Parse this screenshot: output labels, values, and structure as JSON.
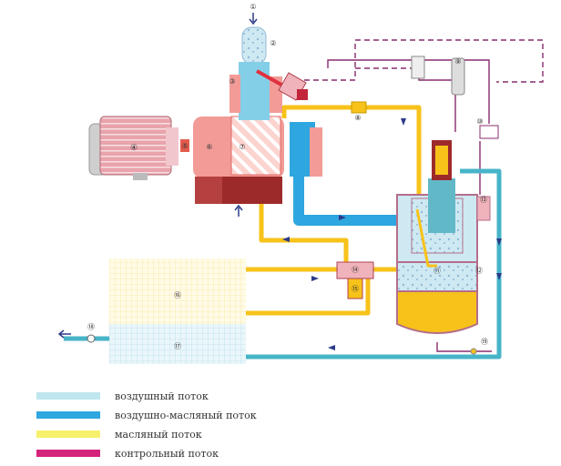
{
  "legend": [
    {
      "label": "воздушный поток",
      "color": "#bfe6ee"
    },
    {
      "label": "воздушно-масляный поток",
      "color": "#2ea6df"
    },
    {
      "label": "масляный поток",
      "color": "#f7dd3a"
    },
    {
      "label": "контрольный поток",
      "color": "#d4237b"
    }
  ],
  "markers": [
    "①",
    "②",
    "③",
    "④",
    "⑤",
    "⑥",
    "⑦",
    "⑧",
    "⑨",
    "⑩",
    "⑪",
    "⑫",
    "⑬",
    "⑭",
    "⑮",
    "⑯",
    "⑰",
    "⑱",
    "⑲",
    "⑳"
  ],
  "colors": {
    "air": "#bfe6ee",
    "air_oil": "#2ea6df",
    "oil": "#f7c21a",
    "control": "#8a2c6e",
    "motor": "#e8a2a8",
    "compressor": "#f4a0a0",
    "arrows": "#2b3a8a"
  }
}
